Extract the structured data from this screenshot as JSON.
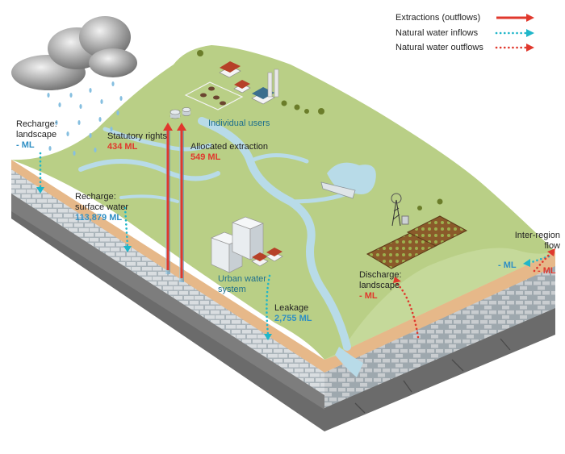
{
  "legend": {
    "extractions": "Extractions (outflows)",
    "natural_inflows": "Natural water inflows",
    "natural_outflows": "Natural water outflows"
  },
  "labels": {
    "recharge_landscape": {
      "title_line1": "Recharge:",
      "title_line2": "landscape",
      "value": "- ML"
    },
    "statutory_rights": {
      "title": "Statutory rights",
      "value": "434 ML"
    },
    "allocated_extraction": {
      "title": "Allocated extraction",
      "value": "549 ML"
    },
    "individual_users": {
      "title": "Individual users"
    },
    "recharge_surface_water": {
      "title_line1": "Recharge:",
      "title_line2": "surface water",
      "value": "113,879 ML"
    },
    "urban_water_system": {
      "title_line1": "Urban water",
      "title_line2": "system"
    },
    "leakage": {
      "title": "Leakage",
      "value": "2,755 ML"
    },
    "discharge_landscape": {
      "title_line1": "Discharge:",
      "title_line2": "landscape",
      "value": "- ML"
    },
    "inter_region_flow": {
      "title_line1": "Inter-region",
      "title_line2": "flow",
      "in_value": "- ML",
      "out_value": "- ML"
    }
  },
  "colors": {
    "extraction_arrow": "#e0382d",
    "inflow_dots": "#1fb6c9",
    "outflow_dots": "#e0382d",
    "land": "#b9cf86",
    "river": "#b8dbe8",
    "soil": "#e3b684",
    "aquifer_stone": "#cfd3d6",
    "bedrock": "#7a7a7a"
  }
}
